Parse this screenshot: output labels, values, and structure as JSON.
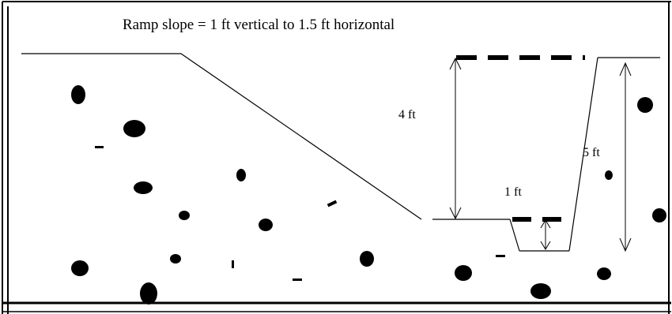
{
  "caption": "Ramp slope = 1 ft vertical to 1.5 ft horizontal",
  "dimension_labels": {
    "depth_to_base": "4 ft",
    "trench_depth": "1 ft",
    "total_depth": "5 ft"
  },
  "colors": {
    "line": "#000000",
    "background": "#ffffff"
  }
}
